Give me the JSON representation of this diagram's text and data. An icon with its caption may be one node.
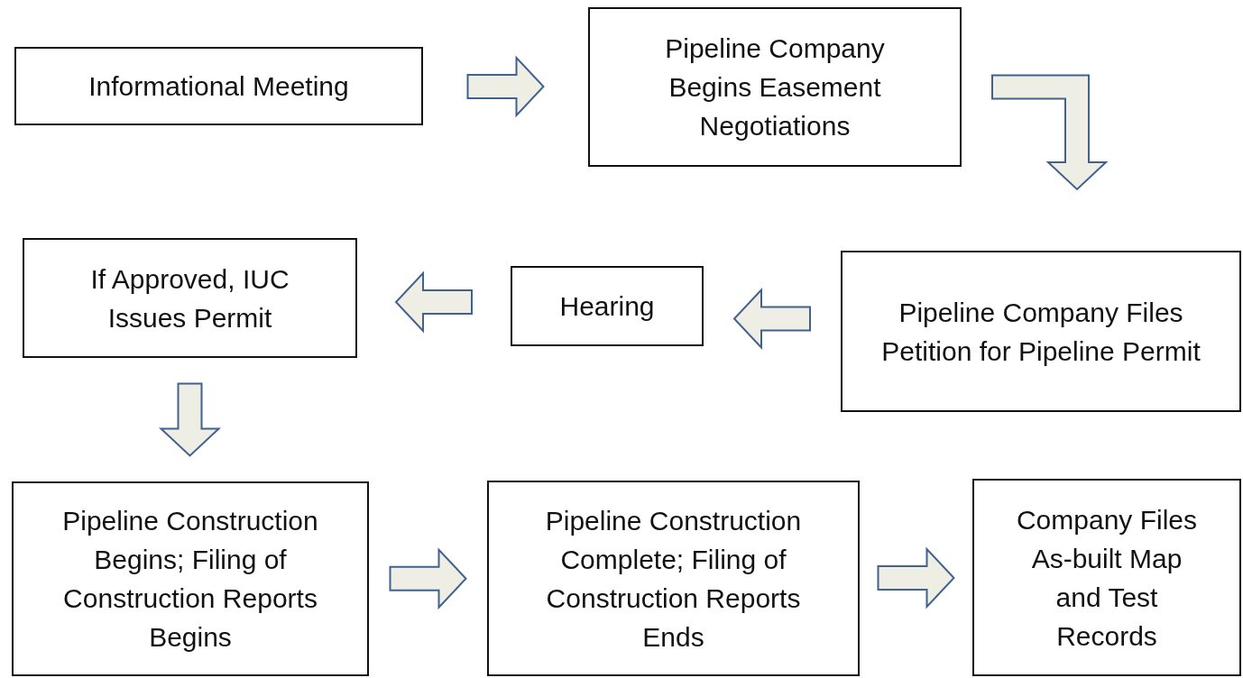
{
  "diagram": {
    "nodes": [
      {
        "text": [
          "Informational Meeting"
        ]
      },
      {
        "text": [
          "Pipeline Company Begins Easement Negotiations"
        ]
      },
      {
        "text": [
          "Pipeline Company Files Petition for Pipeline Permit"
        ]
      },
      {
        "text": [
          "Hearing"
        ]
      },
      {
        "text": [
          "If Approved, IUC Issues Permit"
        ]
      },
      {
        "text": [
          "Pipeline Construction Begins; Filing of Construction Reports Begins"
        ]
      },
      {
        "text": [
          "Pipeline Construction Complete; Filing of Construction Reports Ends"
        ]
      },
      {
        "text": [
          "Company Files As-built Map and Test Records"
        ]
      }
    ],
    "edges": [
      {
        "from": 0,
        "to": 1,
        "arrow": "to"
      },
      {
        "from": 1,
        "to": 2,
        "arrow": "to"
      },
      {
        "from": 2,
        "to": 3,
        "arrow": "to"
      },
      {
        "from": 3,
        "to": 4,
        "arrow": "to"
      },
      {
        "from": 4,
        "to": 5,
        "arrow": "to"
      },
      {
        "from": 5,
        "to": 6,
        "arrow": "to"
      },
      {
        "from": 6,
        "to": 7,
        "arrow": "to"
      }
    ]
  }
}
